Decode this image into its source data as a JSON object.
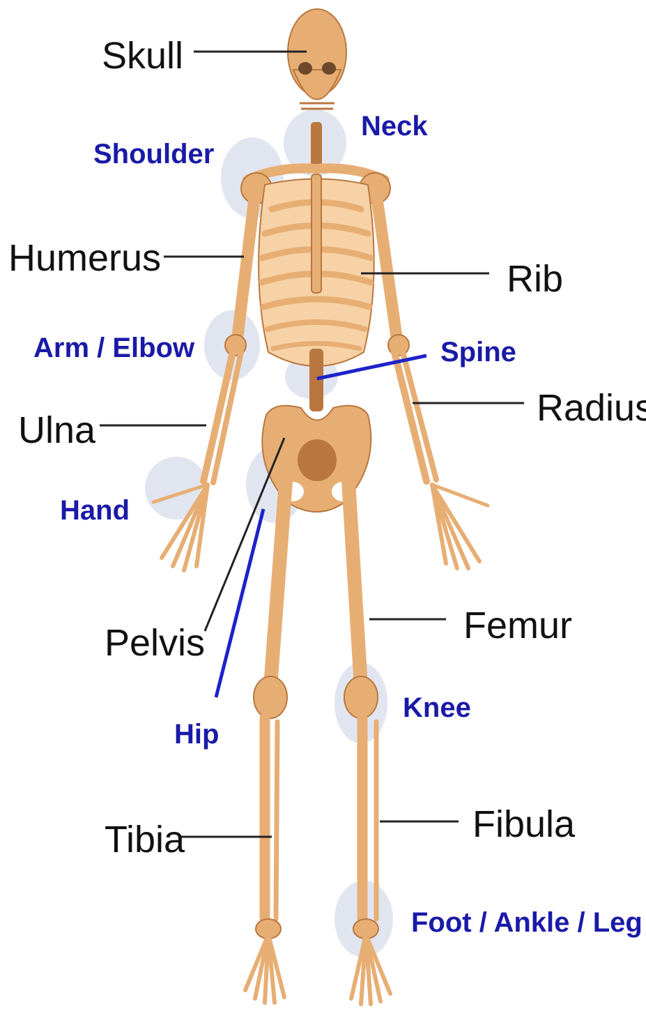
{
  "colors": {
    "bone": "#E7AE74",
    "bone_dark": "#B9773F",
    "bone_light": "#F6D2A6",
    "joint_highlight": "#C9D0E4",
    "bone_label": "#111111",
    "joint_label": "#1A1AA8",
    "leader_line": "#222222",
    "leader_blue": "#1E22C8"
  },
  "bone_labels": {
    "skull": "Skull",
    "humerus": "Humerus",
    "rib": "Rib",
    "ulna": "Ulna",
    "radius": "Radius",
    "pelvis": "Pelvis",
    "femur": "Femur",
    "tibia": "Tibia",
    "fibula": "Fibula"
  },
  "joint_labels": {
    "neck": "Neck",
    "shoulder": "Shoulder",
    "arm_elbow": "Arm / Elbow",
    "spine": "Spine",
    "hand": "Hand",
    "hip": "Hip",
    "knee": "Knee",
    "foot_ankle_leg": "Foot / Ankle / Leg"
  }
}
